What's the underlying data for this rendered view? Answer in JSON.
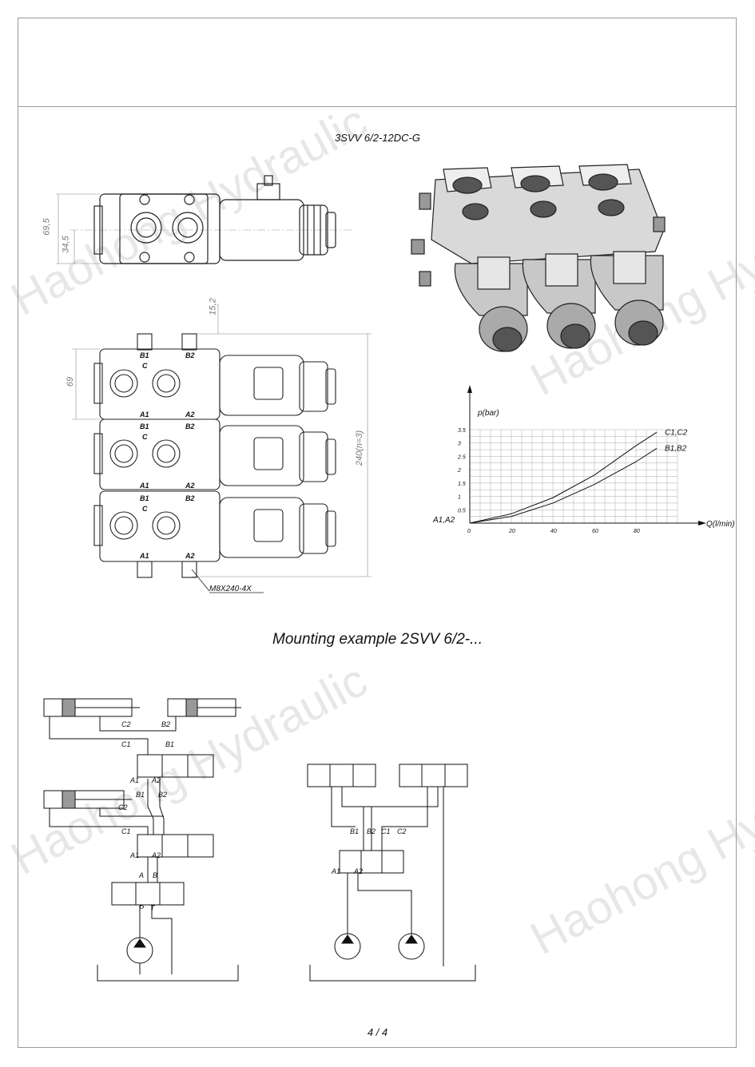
{
  "document": {
    "title": "3SVV 6/2-12DC-G",
    "mounting_title": "Mounting example 2SVV 6/2-...",
    "page_number": "4 / 4",
    "watermark": "Haohong Hydraulic"
  },
  "drawing_top": {
    "dim_height": "69,5",
    "dim_center": "34,5"
  },
  "drawing_stack": {
    "dim_top_offset": "15,2",
    "dim_section": "69",
    "dim_total": "240(n=3)",
    "bolt_callout": "M8X240-4X",
    "port_labels": {
      "b1": "B1",
      "b2": "B2",
      "c": "C",
      "a1": "A1",
      "a2": "A2"
    }
  },
  "chart_data": {
    "type": "line",
    "title": "",
    "xlabel": "Q(l/min)",
    "ylabel": "p(bar)",
    "xlim": [
      0,
      100
    ],
    "ylim": [
      0,
      3.5
    ],
    "x_ticks": [
      "0",
      "20",
      "40",
      "60",
      "80"
    ],
    "y_ticks": [
      "0.5",
      "1",
      "1.5",
      "2",
      "2.5",
      "3",
      "3.5"
    ],
    "grid": true,
    "origin_label": "A1,A2",
    "series": [
      {
        "name": "C1,C2",
        "x": [
          0,
          20,
          40,
          60,
          80,
          90
        ],
        "y": [
          0,
          0.35,
          0.95,
          1.8,
          2.9,
          3.4
        ]
      },
      {
        "name": "B1,B2",
        "x": [
          0,
          20,
          40,
          60,
          80,
          90
        ],
        "y": [
          0,
          0.25,
          0.75,
          1.45,
          2.3,
          2.8
        ]
      }
    ]
  },
  "schematic_left": {
    "c2": "C2",
    "b2": "B2",
    "c1": "C1",
    "b1": "B1",
    "a1": "A1",
    "a2": "A2",
    "b1_lower": "B1",
    "b2_lower": "B2",
    "c2_lower": "C2",
    "c1_lower": "C1",
    "a1_lower": "A1",
    "a2_lower": "A2",
    "port_a": "A",
    "port_b": "B",
    "port_p": "P",
    "port_t": "T"
  },
  "schematic_right": {
    "b1": "B1",
    "b2": "B2",
    "c1": "C1",
    "c2": "C2",
    "a1": "A1",
    "a2": "A2"
  }
}
